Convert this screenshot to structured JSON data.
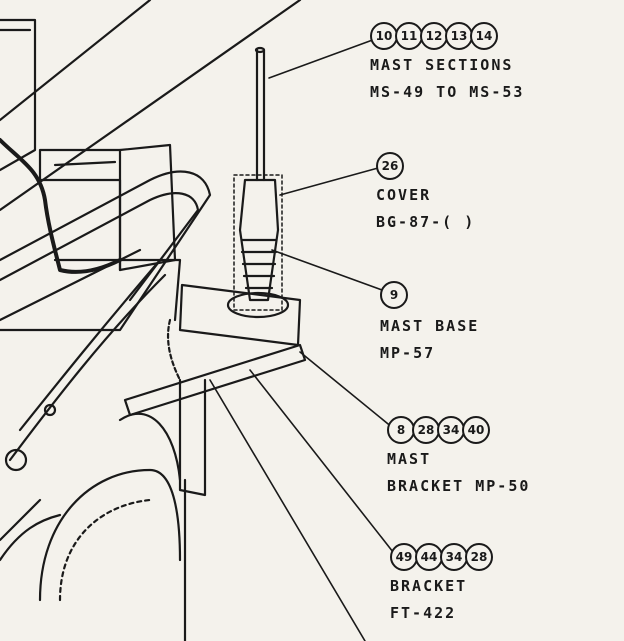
{
  "callouts": [
    {
      "id": "mast-sections",
      "numbers": [
        "10",
        "11",
        "12",
        "13",
        "14"
      ],
      "lines": [
        "MAST SECTIONS",
        "MS-49 TO MS-53"
      ]
    },
    {
      "id": "cover",
      "numbers": [
        "26"
      ],
      "lines": [
        "COVER",
        "BG-87-( )"
      ]
    },
    {
      "id": "mast-base",
      "numbers": [
        "9"
      ],
      "lines": [
        "MAST BASE",
        "MP-57"
      ]
    },
    {
      "id": "mast-bracket",
      "numbers": [
        "8",
        "28",
        "34",
        "40"
      ],
      "lines": [
        "MAST",
        "BRACKET MP-50"
      ]
    },
    {
      "id": "bracket",
      "numbers": [
        "49",
        "44",
        "34",
        "28"
      ],
      "lines": [
        "BRACKET",
        "FT-422"
      ]
    }
  ]
}
